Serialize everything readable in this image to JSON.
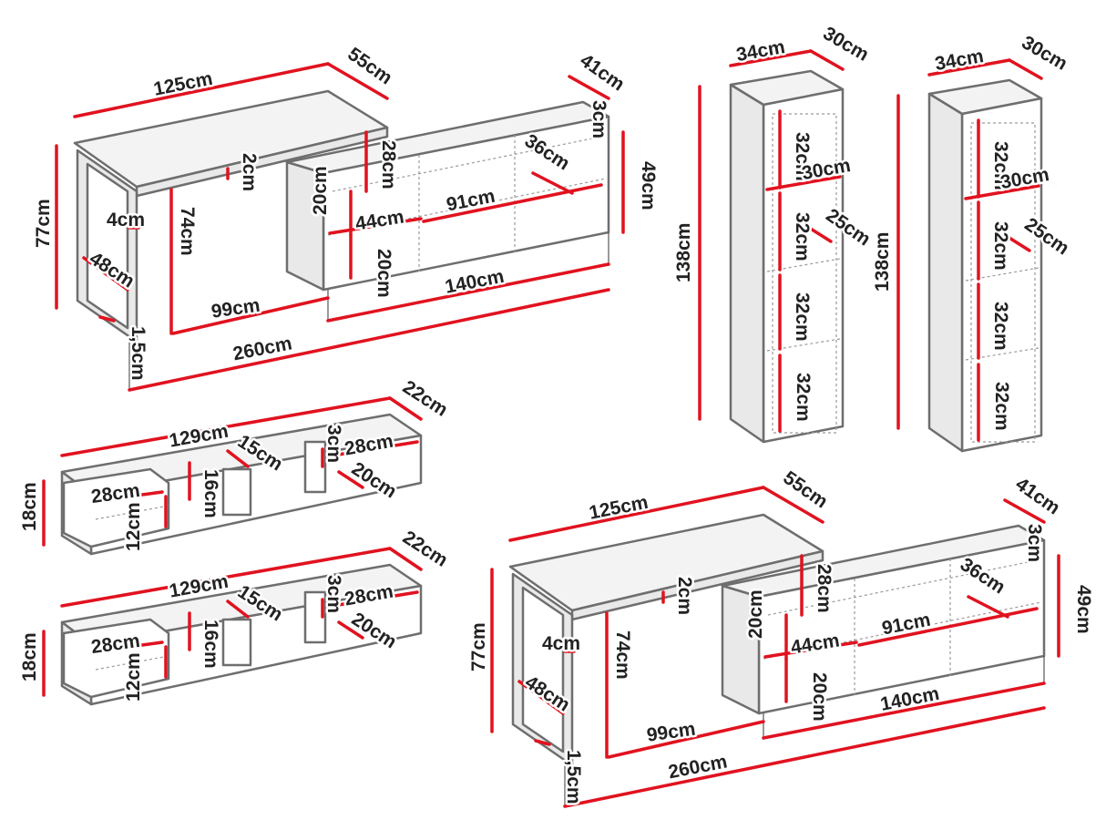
{
  "colors": {
    "dimension": "#e1121f",
    "outline": "#6e6e6e",
    "text": "#222222"
  },
  "desk": {
    "width": "125cm",
    "depth": "55cm",
    "cabinet_depth": "41cm",
    "cabinet_top": "3cm",
    "height": "77cm",
    "leg_height": "74cm",
    "top_thickness": "2cm",
    "panel": "4cm",
    "leg_depth": "48cm",
    "base": "1,5cm",
    "gap": "99cm",
    "total": "260cm",
    "cabinet_height": "49cm",
    "cabinet_width": "140cm",
    "compartment": "91cm",
    "shelf_depth": "36cm",
    "upper": "28cm",
    "drawer_a": "20cm",
    "drawer_b": "20cm",
    "drawer_w": "44cm"
  },
  "bookcase": {
    "width": "34cm",
    "depth": "30cm",
    "height": "138cm",
    "shelf": "32cm",
    "shelf_width": "30cm",
    "shelf_depth": "25cm"
  },
  "wall_shelf": {
    "length": "129cm",
    "depth": "22cm",
    "height": "18cm",
    "box_width": "28cm",
    "box_height": "12cm",
    "divider": "16cm",
    "slot": "15cm",
    "thickness": "3cm",
    "right_box": "28cm",
    "right_depth": "20cm"
  }
}
